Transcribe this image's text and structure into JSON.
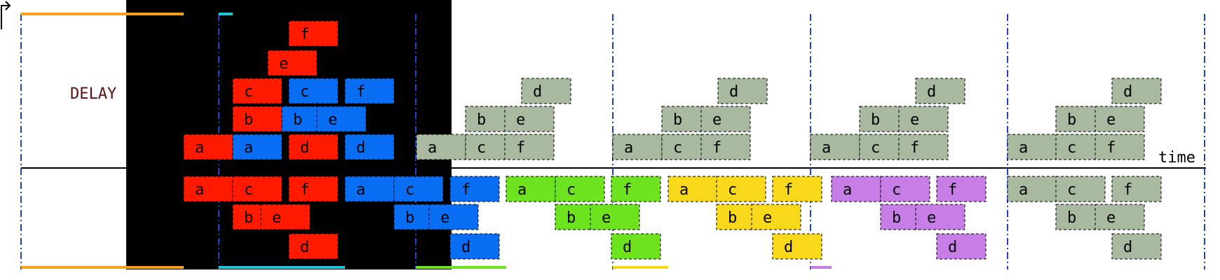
{
  "labels": {
    "delay": "DELAY",
    "time": "time"
  },
  "colors": {
    "red": "#ff1a00",
    "blue": "#0a6ef5",
    "green": "#6de21f",
    "yellow": "#f8d81a",
    "purple": "#c77de6",
    "gray": "#a9b9a0",
    "black": "#000000",
    "orange": "#f7a01a",
    "cyan": "#1cc6d6",
    "divider": "#1f44c9"
  },
  "blocks": [
    {
      "t": "f",
      "c": "red"
    },
    {
      "t": "e",
      "c": "red"
    },
    {
      "t": "c",
      "c": "red"
    },
    {
      "t": "c",
      "c": "blue"
    },
    {
      "t": "f",
      "c": "blue"
    },
    {
      "t": "b",
      "c": "red"
    },
    {
      "t": "b",
      "c": "blue"
    },
    {
      "t": "e",
      "c": "blue"
    },
    {
      "t": "a",
      "c": "red"
    },
    {
      "t": "a",
      "c": "blue"
    },
    {
      "t": "d",
      "c": "red"
    },
    {
      "t": "d",
      "c": "blue"
    },
    {
      "t": "d",
      "c": "gray"
    },
    {
      "t": "b",
      "c": "gray"
    },
    {
      "t": "e",
      "c": "gray"
    },
    {
      "t": "a",
      "c": "gray"
    },
    {
      "t": "c",
      "c": "gray"
    },
    {
      "t": "f",
      "c": "gray"
    },
    {
      "t": "d",
      "c": "gray"
    },
    {
      "t": "b",
      "c": "gray"
    },
    {
      "t": "e",
      "c": "gray"
    },
    {
      "t": "a",
      "c": "gray"
    },
    {
      "t": "c",
      "c": "gray"
    },
    {
      "t": "f",
      "c": "gray"
    },
    {
      "t": "d",
      "c": "gray"
    },
    {
      "t": "b",
      "c": "gray"
    },
    {
      "t": "e",
      "c": "gray"
    },
    {
      "t": "a",
      "c": "gray"
    },
    {
      "t": "c",
      "c": "gray"
    },
    {
      "t": "f",
      "c": "gray"
    },
    {
      "t": "d",
      "c": "gray"
    },
    {
      "t": "b",
      "c": "gray"
    },
    {
      "t": "e",
      "c": "gray"
    },
    {
      "t": "a",
      "c": "gray"
    },
    {
      "t": "c",
      "c": "gray"
    },
    {
      "t": "f",
      "c": "gray"
    },
    {
      "t": "a",
      "c": "red"
    },
    {
      "t": "c",
      "c": "red"
    },
    {
      "t": "f",
      "c": "red"
    },
    {
      "t": "b",
      "c": "red"
    },
    {
      "t": "e",
      "c": "red"
    },
    {
      "t": "d",
      "c": "red"
    },
    {
      "t": "a",
      "c": "blue"
    },
    {
      "t": "c",
      "c": "blue"
    },
    {
      "t": "f",
      "c": "blue"
    },
    {
      "t": "b",
      "c": "blue"
    },
    {
      "t": "e",
      "c": "blue"
    },
    {
      "t": "d",
      "c": "blue"
    },
    {
      "t": "a",
      "c": "green"
    },
    {
      "t": "c",
      "c": "green"
    },
    {
      "t": "f",
      "c": "green"
    },
    {
      "t": "b",
      "c": "green"
    },
    {
      "t": "e",
      "c": "green"
    },
    {
      "t": "d",
      "c": "green"
    },
    {
      "t": "a",
      "c": "yellow"
    },
    {
      "t": "c",
      "c": "yellow"
    },
    {
      "t": "f",
      "c": "yellow"
    },
    {
      "t": "b",
      "c": "yellow"
    },
    {
      "t": "e",
      "c": "yellow"
    },
    {
      "t": "d",
      "c": "yellow"
    },
    {
      "t": "a",
      "c": "purple"
    },
    {
      "t": "c",
      "c": "purple"
    },
    {
      "t": "f",
      "c": "purple"
    },
    {
      "t": "b",
      "c": "purple"
    },
    {
      "t": "e",
      "c": "purple"
    },
    {
      "t": "d",
      "c": "purple"
    },
    {
      "t": "a",
      "c": "gray"
    },
    {
      "t": "c",
      "c": "gray"
    },
    {
      "t": "f",
      "c": "gray"
    },
    {
      "t": "b",
      "c": "gray"
    },
    {
      "t": "e",
      "c": "gray"
    },
    {
      "t": "d",
      "c": "gray"
    }
  ]
}
